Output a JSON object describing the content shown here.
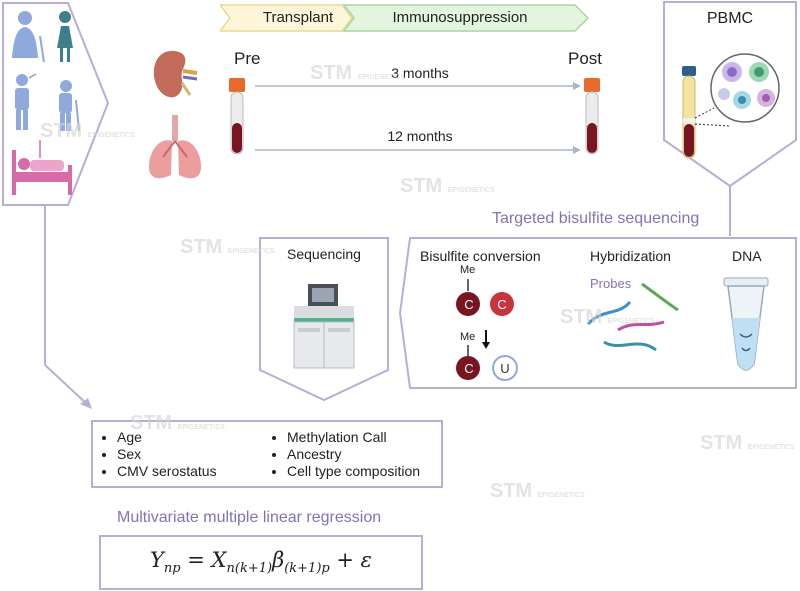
{
  "timeline": {
    "transplant_label": "Transplant",
    "immunosuppression_label": "Immunosuppression",
    "pre_label": "Pre",
    "post_label": "Post",
    "interval_short": "3 months",
    "interval_long": "12 months"
  },
  "pbmc": {
    "title": "PBMC"
  },
  "sequencing": {
    "title": "Sequencing"
  },
  "bisulfite": {
    "section_title": "Targeted bisulfite sequencing",
    "conversion_title": "Bisulfite conversion",
    "hybridization_title": "Hybridization",
    "dna_title": "DNA",
    "probes_label": "Probes",
    "me_label": "Me",
    "c_label": "C",
    "u_label": "U"
  },
  "covariates": {
    "left": [
      "Age",
      "Sex",
      "CMV serostatus"
    ],
    "right": [
      "Methylation Call",
      "Ancestry",
      "Cell type composition"
    ]
  },
  "regression": {
    "title": "Multivariate multiple linear regression"
  },
  "watermark": {
    "brand": "STM",
    "sub": "EPIGENETICS"
  },
  "colors": {
    "panel_border": "#b7aed6",
    "accent_purple": "#7f74b7",
    "person_blue": "#8fa9dd",
    "person_teal": "#3f7f8c",
    "patient_pink": "#d96aa8",
    "blood_red": "#7a1420",
    "cap_orange": "#e86a2b",
    "cytosine_red": "#c8343d"
  }
}
